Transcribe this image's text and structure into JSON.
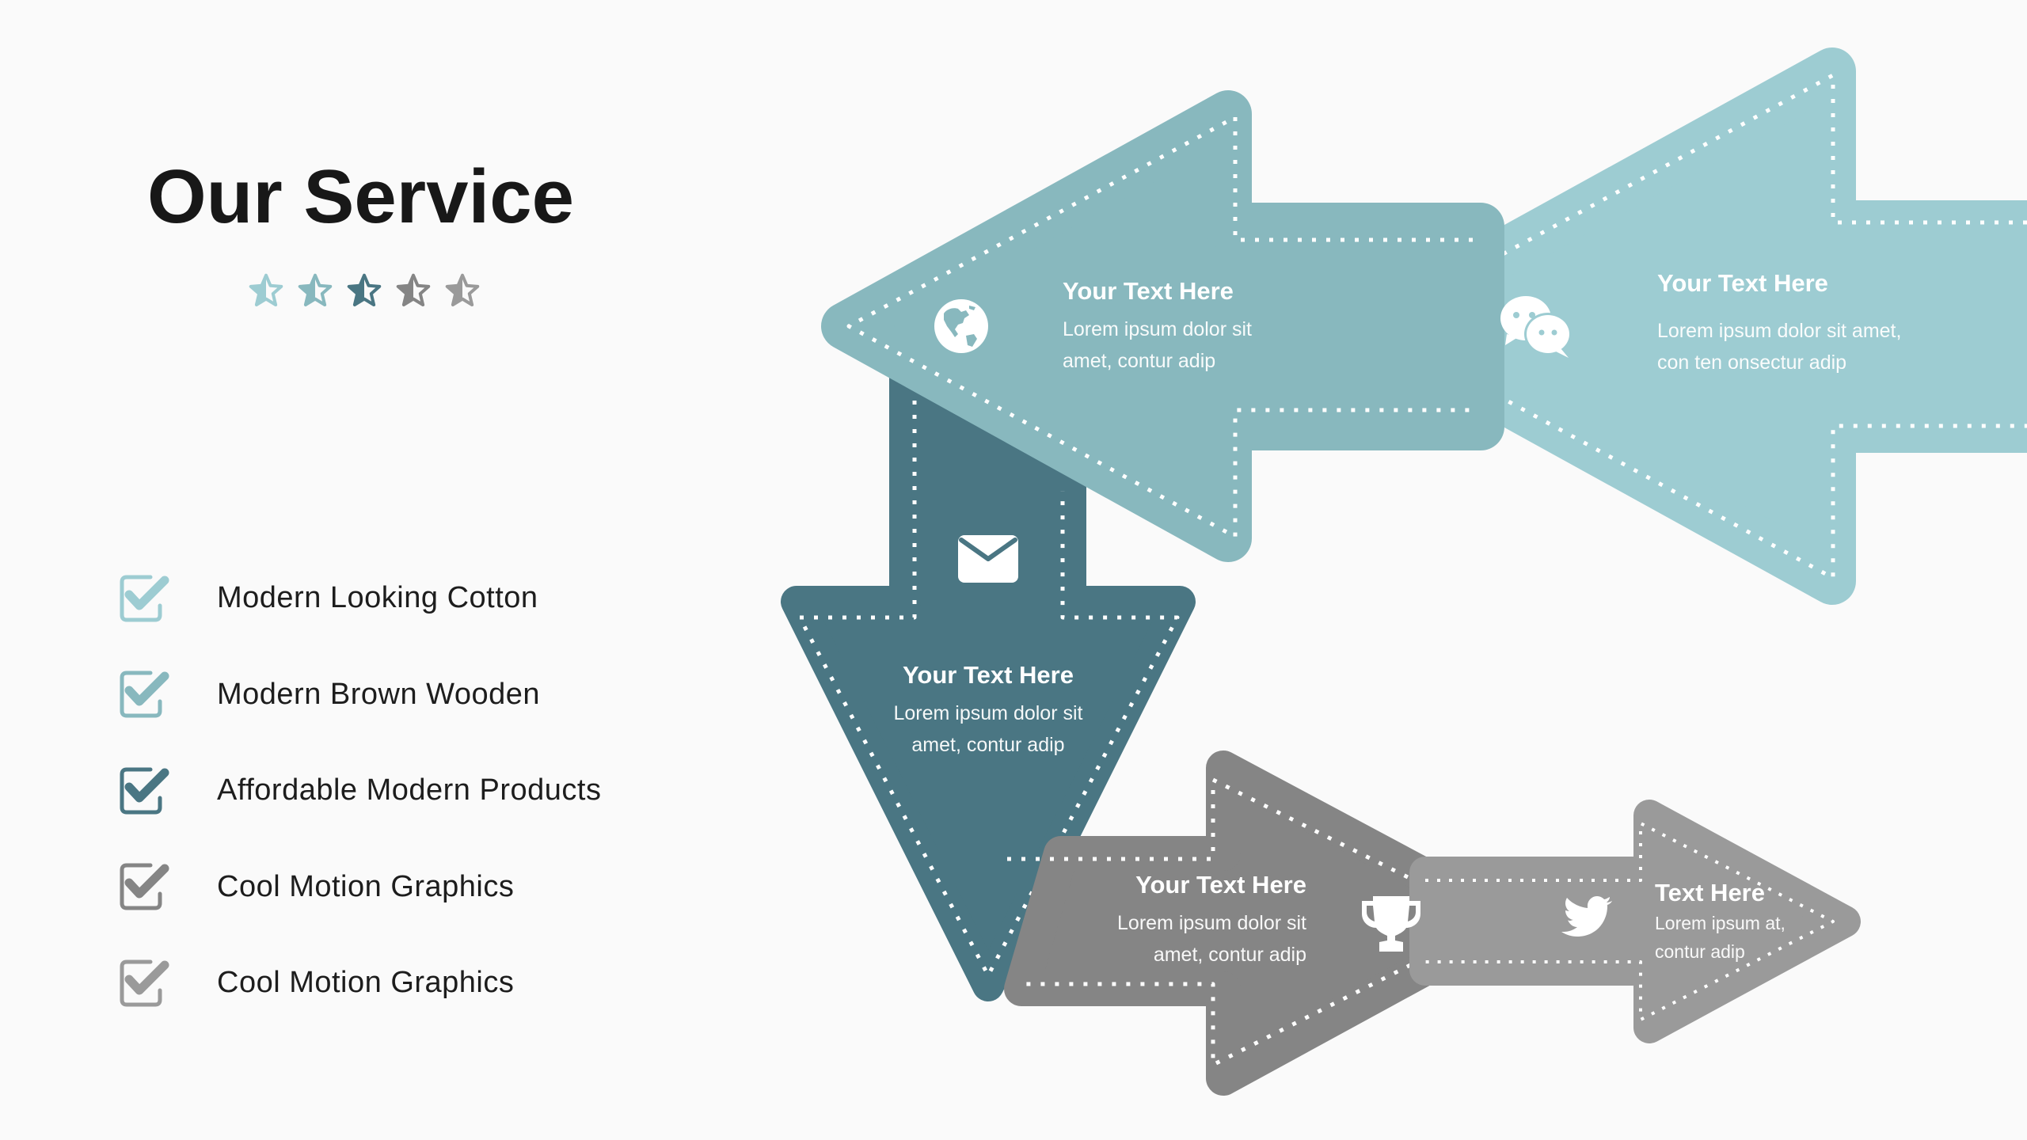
{
  "page": {
    "title": "Our Service",
    "rating": {
      "stars": [
        {
          "fill": 0.5,
          "color": "#9DCCD2"
        },
        {
          "fill": 0.5,
          "color": "#88B8BE"
        },
        {
          "fill": 0.5,
          "color": "#4A7683"
        },
        {
          "fill": 0.5,
          "color": "#858585"
        },
        {
          "fill": 0.5,
          "color": "#9A9A9A"
        }
      ]
    },
    "checklist": [
      {
        "label": "Modern Looking Cotton",
        "checked": true,
        "color": "#9DCCD2"
      },
      {
        "label": "Modern Brown Wooden",
        "checked": true,
        "color": "#88B8BE"
      },
      {
        "label": "Affordable Modern Products",
        "checked": true,
        "color": "#4A7683"
      },
      {
        "label": "Cool Motion Graphics",
        "checked": true,
        "color": "#858585"
      },
      {
        "label": "Cool Motion Graphics",
        "checked": true,
        "color": "#9A9A9A"
      }
    ]
  },
  "arrows": [
    {
      "id": "globe",
      "direction": "left",
      "color": "#88B8BE",
      "icon": "globe-icon",
      "heading": "Your Text Here",
      "body_line1": "Lorem ipsum dolor sit",
      "body_line2": "amet, contur adip"
    },
    {
      "id": "chat",
      "direction": "left",
      "color": "#9DCCD2",
      "icon": "chat-bubbles-icon",
      "heading": "Your Text Here",
      "body_line1": "Lorem ipsum dolor sit amet,",
      "body_line2": "con ten onsectur adip"
    },
    {
      "id": "mail",
      "direction": "down",
      "color": "#4A7683",
      "icon": "envelope-icon",
      "heading": "Your Text Here",
      "body_line1": "Lorem ipsum dolor sit",
      "body_line2": "amet, contur adip"
    },
    {
      "id": "trophy",
      "direction": "right",
      "color": "#858585",
      "icon": "trophy-icon",
      "heading": "Your Text Here",
      "body_line1": "Lorem ipsum dolor sit",
      "body_line2": "amet, contur adip"
    },
    {
      "id": "twitter",
      "direction": "right",
      "color": "#9A9A9A",
      "icon": "twitter-bird-icon",
      "heading": "Text Here",
      "body_line1": "Lorem ipsum at,",
      "body_line2": "contur adip"
    }
  ]
}
